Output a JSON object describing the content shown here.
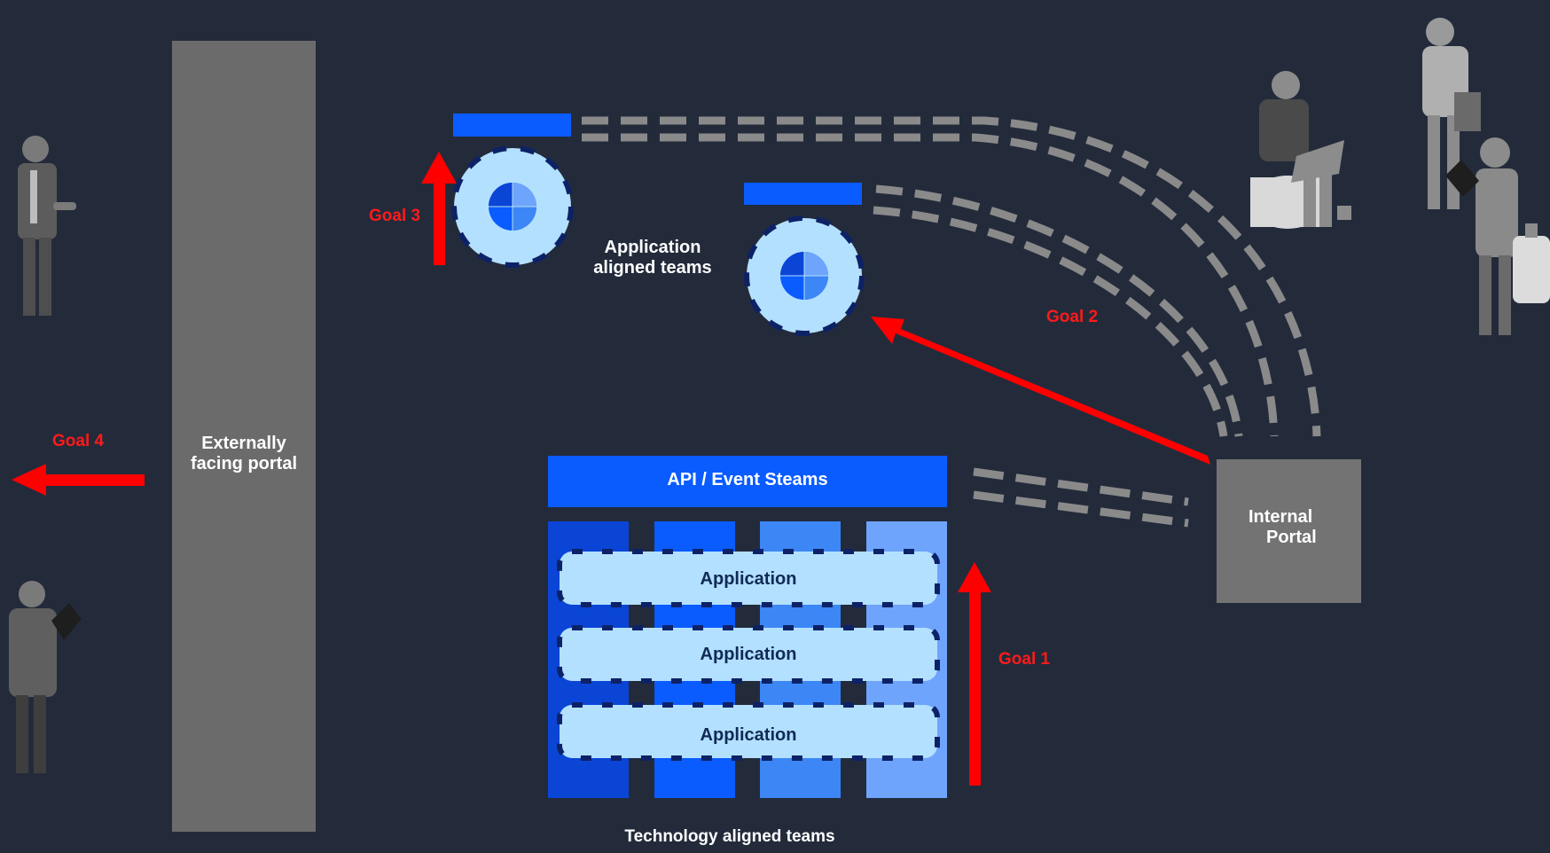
{
  "labels": {
    "external_portal_line1": "Externally",
    "external_portal_line2": "facing portal",
    "app_teams_line1": "Application",
    "app_teams_line2": "aligned teams",
    "api_bar": "API / Event Steams",
    "internal_portal_line1": "Internal",
    "internal_portal_line2": "Portal",
    "tech_teams": "Technology aligned teams",
    "application_rows": [
      "Application",
      "Application",
      "Application"
    ]
  },
  "goals": {
    "goal1": "Goal 1",
    "goal2": "Goal 2",
    "goal3": "Goal 3",
    "goal4": "Goal 4"
  },
  "colors": {
    "background": "#232b3b",
    "portal_gray": "#6b6b6b",
    "internal_portal_gray": "#737373",
    "api_blue": "#0a5cff",
    "column_blues": [
      "#0a45d6",
      "#0a5cff",
      "#3d86f5",
      "#6ea4fb"
    ],
    "app_fill": "#b3e0ff",
    "dash_navy": "#0d2266",
    "arrow_red": "#ff0000",
    "connector_gray": "#8a8a8a",
    "people_gray": "#8c8c8c"
  },
  "icons": {
    "people": "person-figure-icon",
    "team_hub": "team-hub-icon",
    "arrow": "arrow-icon"
  }
}
